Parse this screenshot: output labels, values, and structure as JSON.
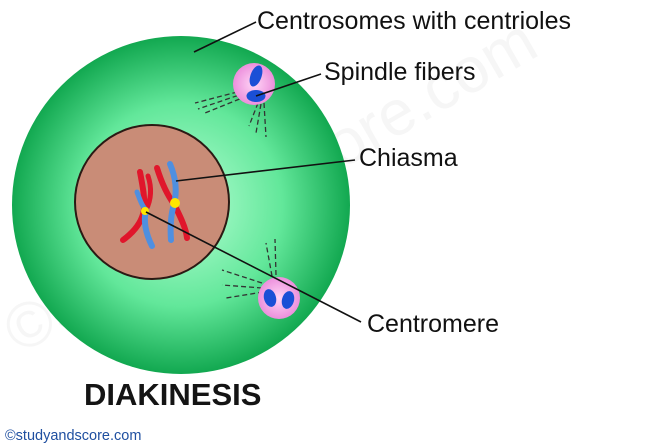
{
  "labels": {
    "centrosomes": "Centrosomes with centrioles",
    "spindle": "Spindle fibers",
    "chiasma": "Chiasma",
    "centromere": "Centromere"
  },
  "title": "DIAKINESIS",
  "credit": "©studyandscore.com",
  "watermark": "©studyandscore.com",
  "colors": {
    "cytoplasm_outer": "#19b45a",
    "cytoplasm_inner": "#7ff0b0",
    "nucleus": "#c98c77",
    "centrosome": "#f4a8ea",
    "centriole": "#1a4fd6",
    "chromosome_red": "#e0162b",
    "chromosome_blue": "#4f8fe0",
    "point": "#ffe600"
  }
}
